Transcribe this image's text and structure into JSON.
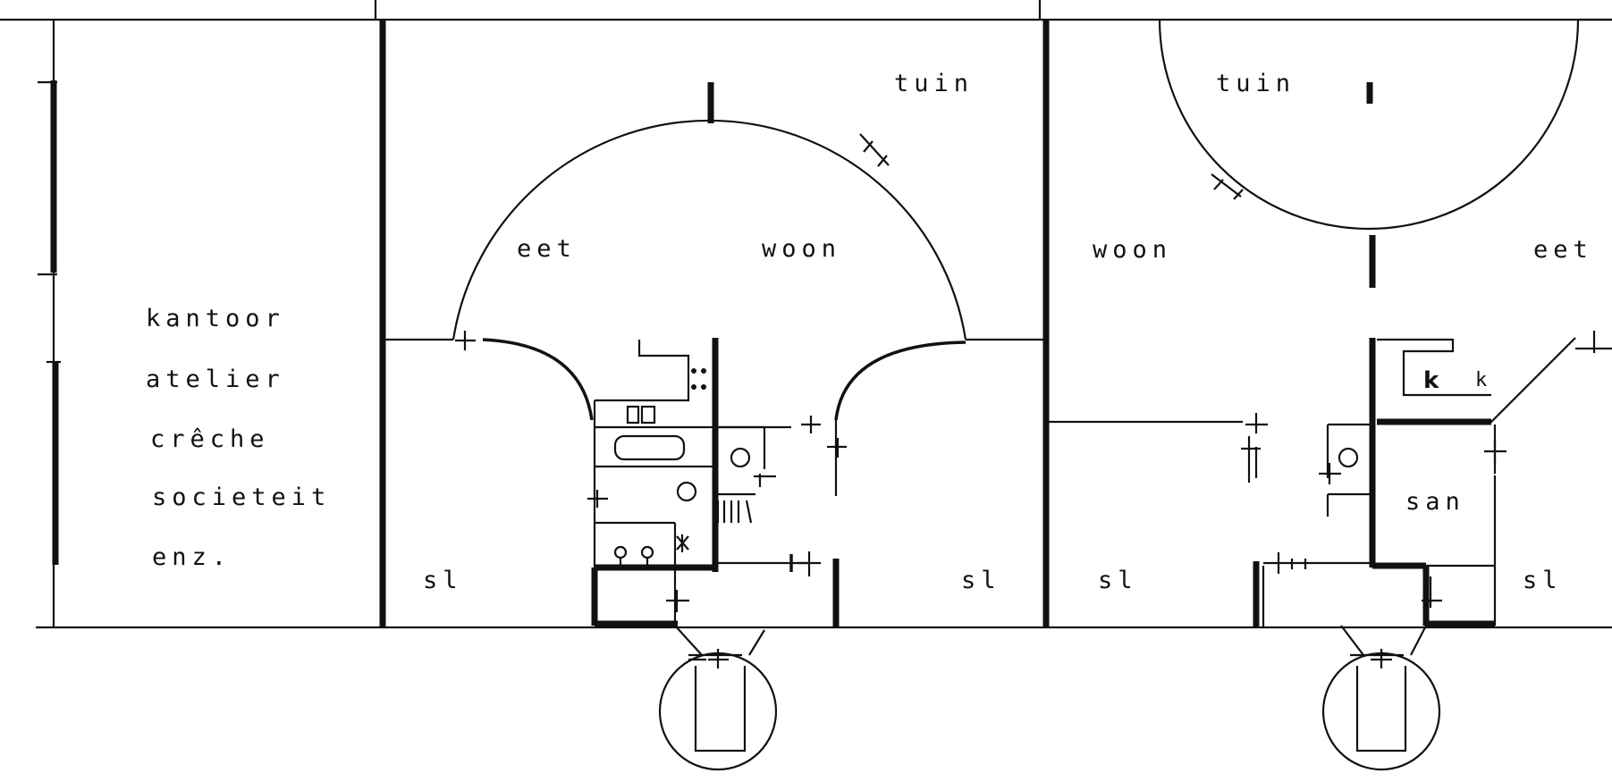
{
  "labels": {
    "office_list": [
      "kantoor",
      "atelier",
      "crêche",
      "societeit",
      "enz."
    ],
    "left_unit": {
      "garden": "tuin",
      "dining": "eet",
      "living": "woon",
      "bedroom_left": "sl",
      "bedroom_right": "sl"
    },
    "right_unit": {
      "garden": "tuin",
      "living": "woon",
      "dining": "eet",
      "kitchen_bold": "k",
      "kitchen_light": "k",
      "sanitary": "san",
      "bedroom_left": "sl",
      "bedroom_right": "sl"
    }
  }
}
